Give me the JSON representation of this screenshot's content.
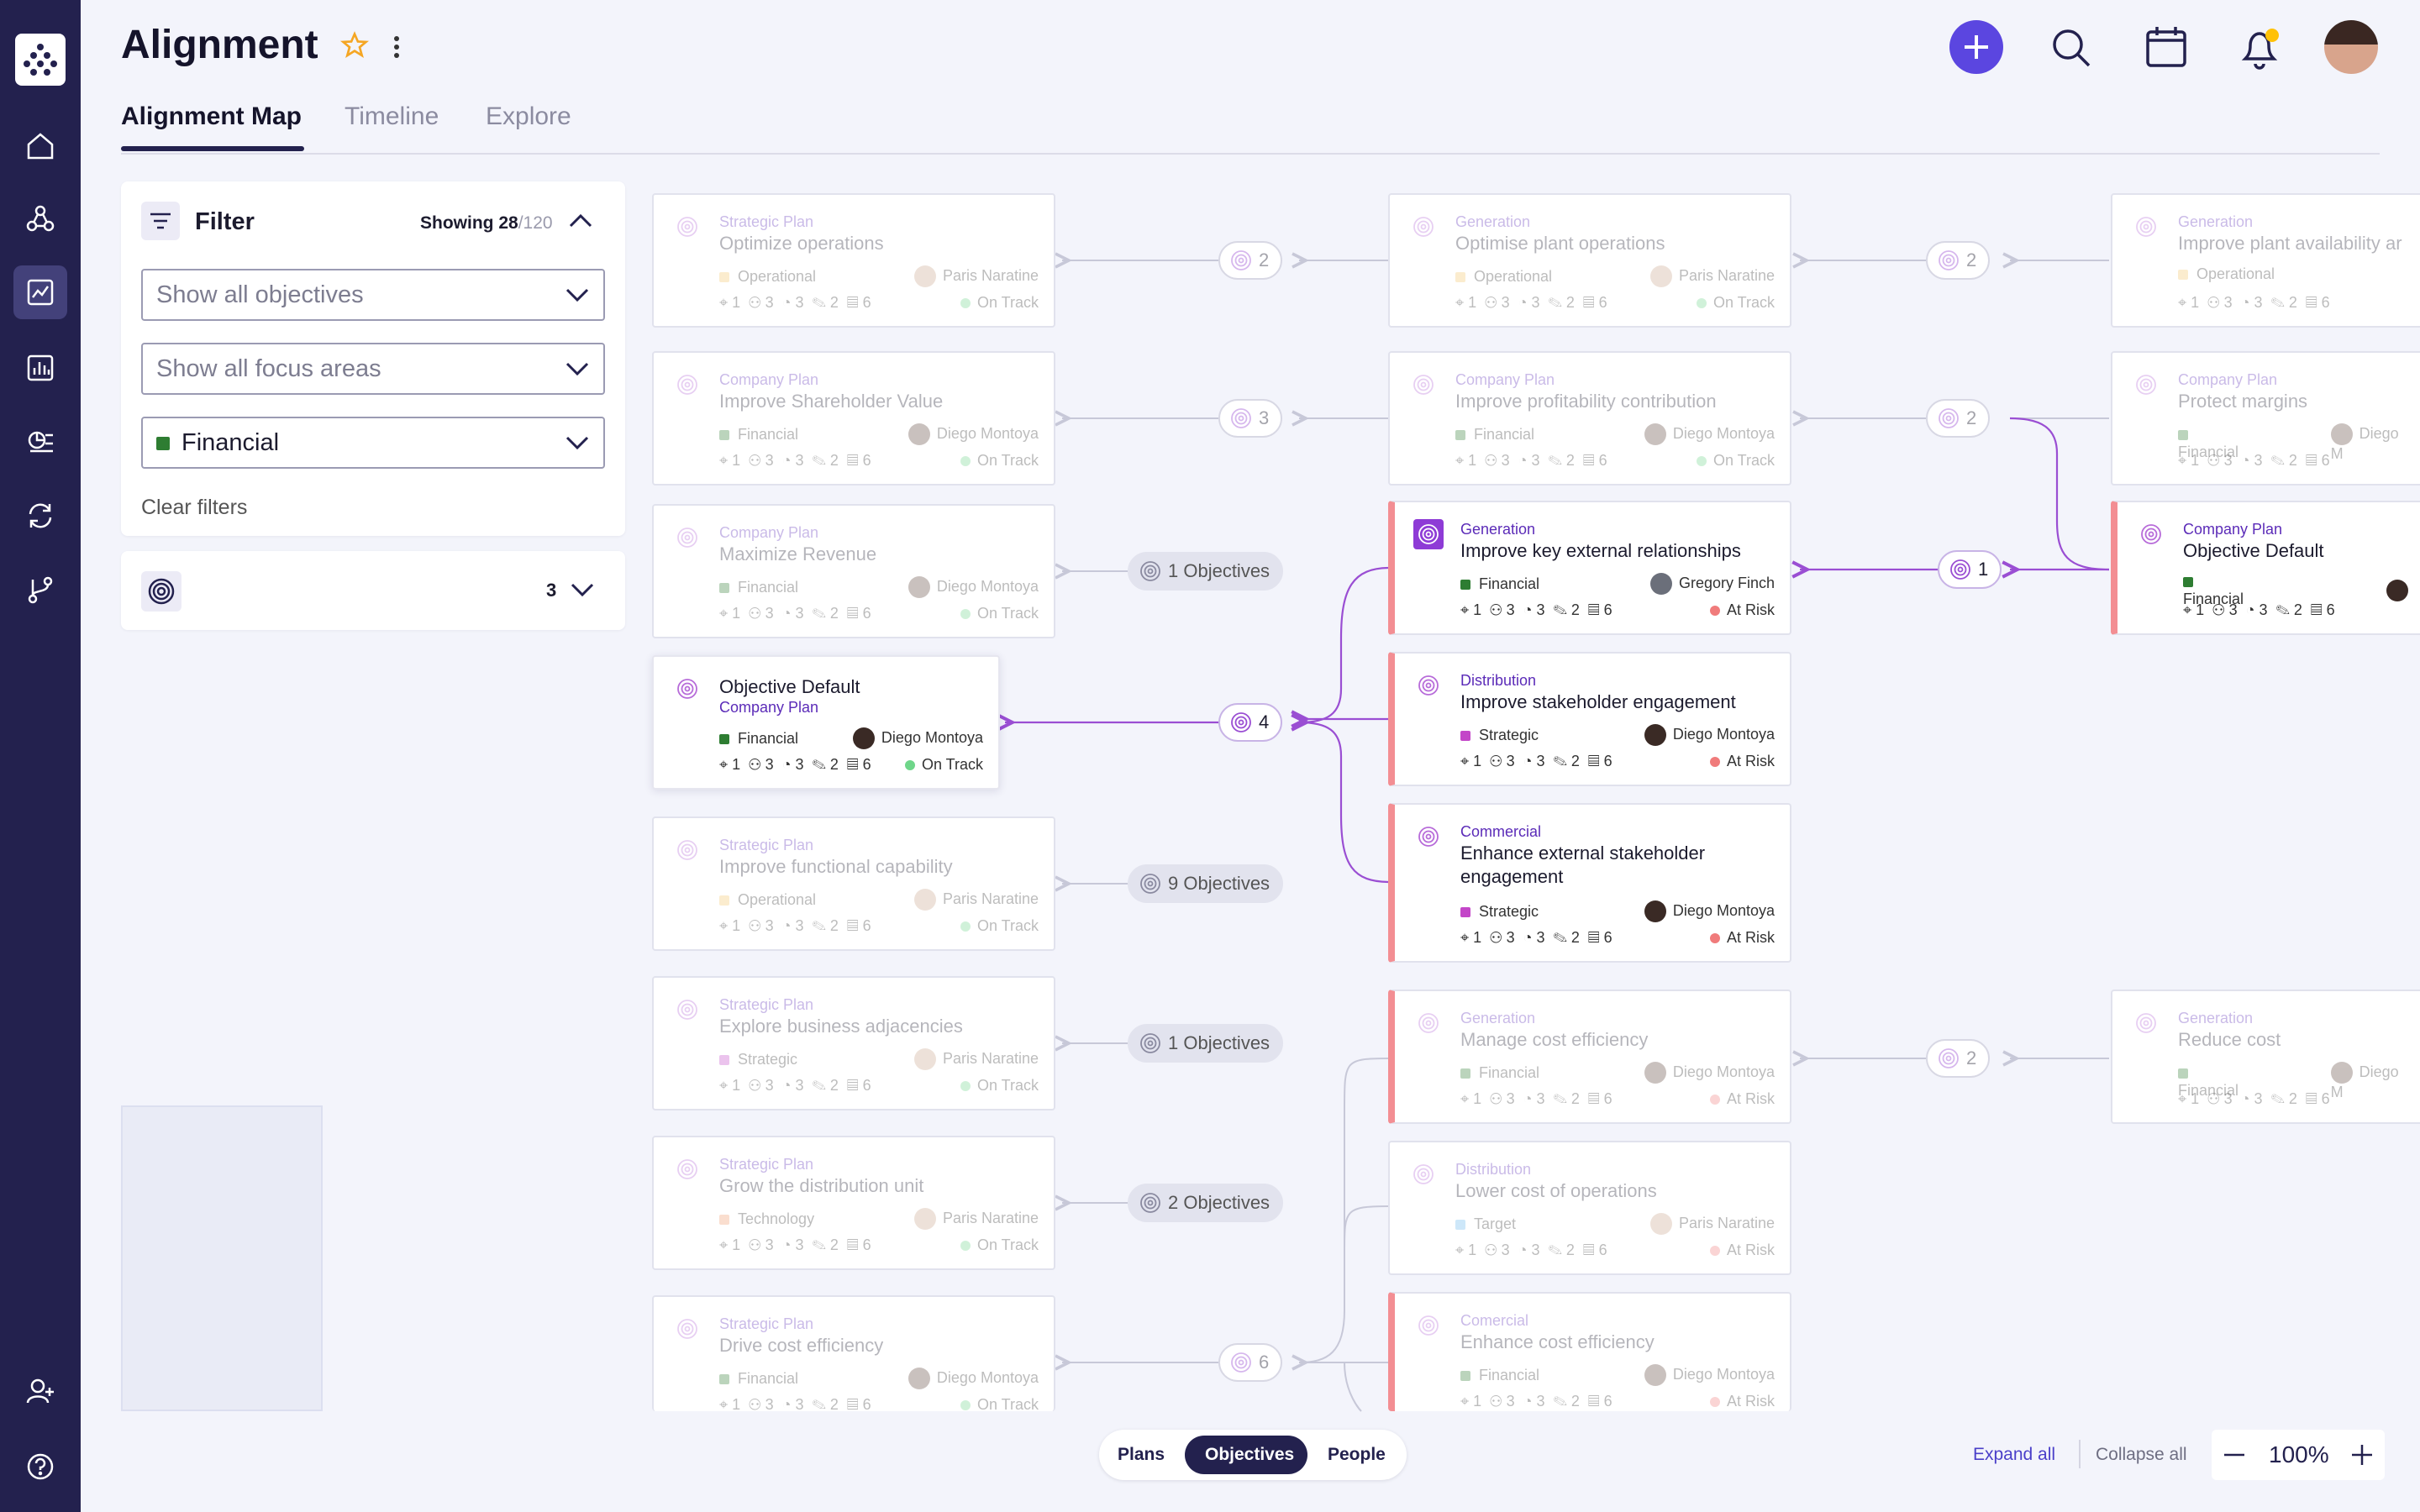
{
  "app": {
    "title": "Alignment"
  },
  "tabs": [
    {
      "label": "Alignment Map"
    },
    {
      "label": "Timeline"
    },
    {
      "label": "Explore"
    }
  ],
  "filter": {
    "title": "Filter",
    "showing_label": "Showing",
    "showing_count": "28",
    "showing_total": "/120",
    "objectives_select": "Show all objectives",
    "focus_select": "Show all focus areas",
    "category_select": "Financial",
    "clear": "Clear filters",
    "group_count": "3"
  },
  "colors": {
    "accent": "#5b46e0",
    "financial": "#2e7d32",
    "operational": "#f3c56a",
    "strategic": "#c346c8",
    "technology": "#f29a6b",
    "target": "#66b8ef",
    "on_track": "#6fd68a",
    "at_risk": "#f07b7b",
    "notification": "#ffc107"
  },
  "metrics": {
    "a": "1",
    "b": "3",
    "c": "3",
    "d": "2",
    "e": "6"
  },
  "status": {
    "on_track": "On Track",
    "at_risk": "At Risk"
  },
  "col1": [
    {
      "plan": "Strategic Plan",
      "name": "Optimize operations",
      "cat": "Operational",
      "owner": "Paris Naratine",
      "status": "On Track"
    },
    {
      "plan": "Company Plan",
      "name": "Improve Shareholder Value",
      "cat": "Financial",
      "owner": "Diego Montoya",
      "status": "On Track"
    },
    {
      "plan": "Company Plan",
      "name": "Maximize Revenue",
      "cat": "Financial",
      "owner": "Diego Montoya",
      "status": "On Track"
    },
    {
      "plan": "Company Plan",
      "name": "Objective Default",
      "cat": "Financial",
      "owner": "Diego Montoya",
      "status": "On Track"
    },
    {
      "plan": "Strategic Plan",
      "name": "Improve functional capability",
      "cat": "Operational",
      "owner": "Paris Naratine",
      "status": "On Track"
    },
    {
      "plan": "Strategic Plan",
      "name": "Explore business adjacencies",
      "cat": "Strategic",
      "owner": "Paris Naratine",
      "status": "On Track"
    },
    {
      "plan": "Strategic Plan",
      "name": "Grow the distribution unit",
      "cat": "Technology",
      "owner": "Paris Naratine",
      "status": "On Track"
    },
    {
      "plan": "Strategic Plan",
      "name": "Drive cost efficiency",
      "cat": "Financial",
      "owner": "Diego Montoya",
      "status": "On Track"
    }
  ],
  "col2": [
    {
      "plan": "Generation",
      "name": "Optimise plant operations",
      "cat": "Operational",
      "owner": "Paris Naratine",
      "status": "On Track"
    },
    {
      "plan": "Company Plan",
      "name": "Improve profitability contribution",
      "cat": "Financial",
      "owner": "Diego Montoya",
      "status": "On Track"
    },
    {
      "plan": "Generation",
      "name": "Improve key external relationships",
      "cat": "Financial",
      "owner": "Gregory Finch",
      "status": "At Risk"
    },
    {
      "plan": "Distribution",
      "name": "Improve stakeholder engagement",
      "cat": "Strategic",
      "owner": "Diego Montoya",
      "status": "At Risk"
    },
    {
      "plan": "Commercial",
      "name": "Enhance external stakeholder engagement",
      "cat": "Strategic",
      "owner": "Diego Montoya",
      "status": "At Risk"
    },
    {
      "plan": "Generation",
      "name": "Manage cost efficiency",
      "cat": "Financial",
      "owner": "Diego Montoya",
      "status": "At Risk"
    },
    {
      "plan": "Distribution",
      "name": "Lower cost of operations",
      "cat": "Target",
      "owner": "Paris Naratine",
      "status": "At Risk"
    },
    {
      "plan": "Comercial",
      "name": "Enhance cost efficiency",
      "cat": "Financial",
      "owner": "Diego Montoya",
      "status": "At Risk"
    }
  ],
  "col3": [
    {
      "plan": "Generation",
      "name": "Improve plant availability ar",
      "cat": "Operational"
    },
    {
      "plan": "Company Plan",
      "name": "Protect margins",
      "cat": "Financial",
      "owner": "Diego M"
    },
    {
      "plan": "Company Plan",
      "name": "Objective Default",
      "cat": "Financial"
    },
    {
      "plan": "Generation",
      "name": "Reduce cost",
      "cat": "Financial",
      "owner": "Diego M"
    }
  ],
  "pills": {
    "p1": "2",
    "p2": "3",
    "p3": "1 Objectives",
    "p4": "4",
    "p5": "9 Objectives",
    "p6": "1 Objectives",
    "p7": "2 Objectives",
    "p8": "6",
    "q1": "2",
    "q2": "2",
    "q3": "1",
    "q4": "2"
  },
  "bottom": {
    "plans": "Plans",
    "objectives": "Objectives",
    "people": "People",
    "expand": "Expand all",
    "collapse": "Collapse all",
    "zoom": "100%"
  }
}
